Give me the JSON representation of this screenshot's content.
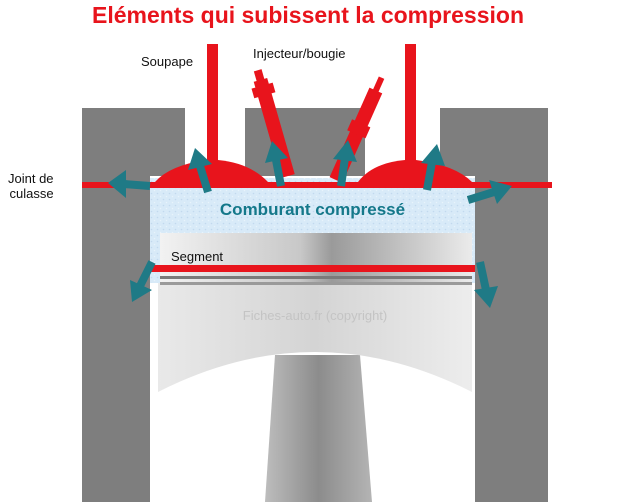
{
  "title": "Eléments qui subissent la compression",
  "labels": {
    "soupape": "Soupape",
    "injecteur": "Injecteur/bougie",
    "joint_line1": "Joint de",
    "joint_line2": "culasse",
    "comburant": "Comburant compressé",
    "segment": "Segment",
    "watermark": "Fiches-auto.fr (copyright)"
  },
  "colors": {
    "title": "#e8141c",
    "accent_red": "#e8141c",
    "arrow": "#1f7a86",
    "block_gray": "#7e7e7e",
    "comburant_text": "#14788a",
    "chamber_fill": "#d6e8f8"
  }
}
